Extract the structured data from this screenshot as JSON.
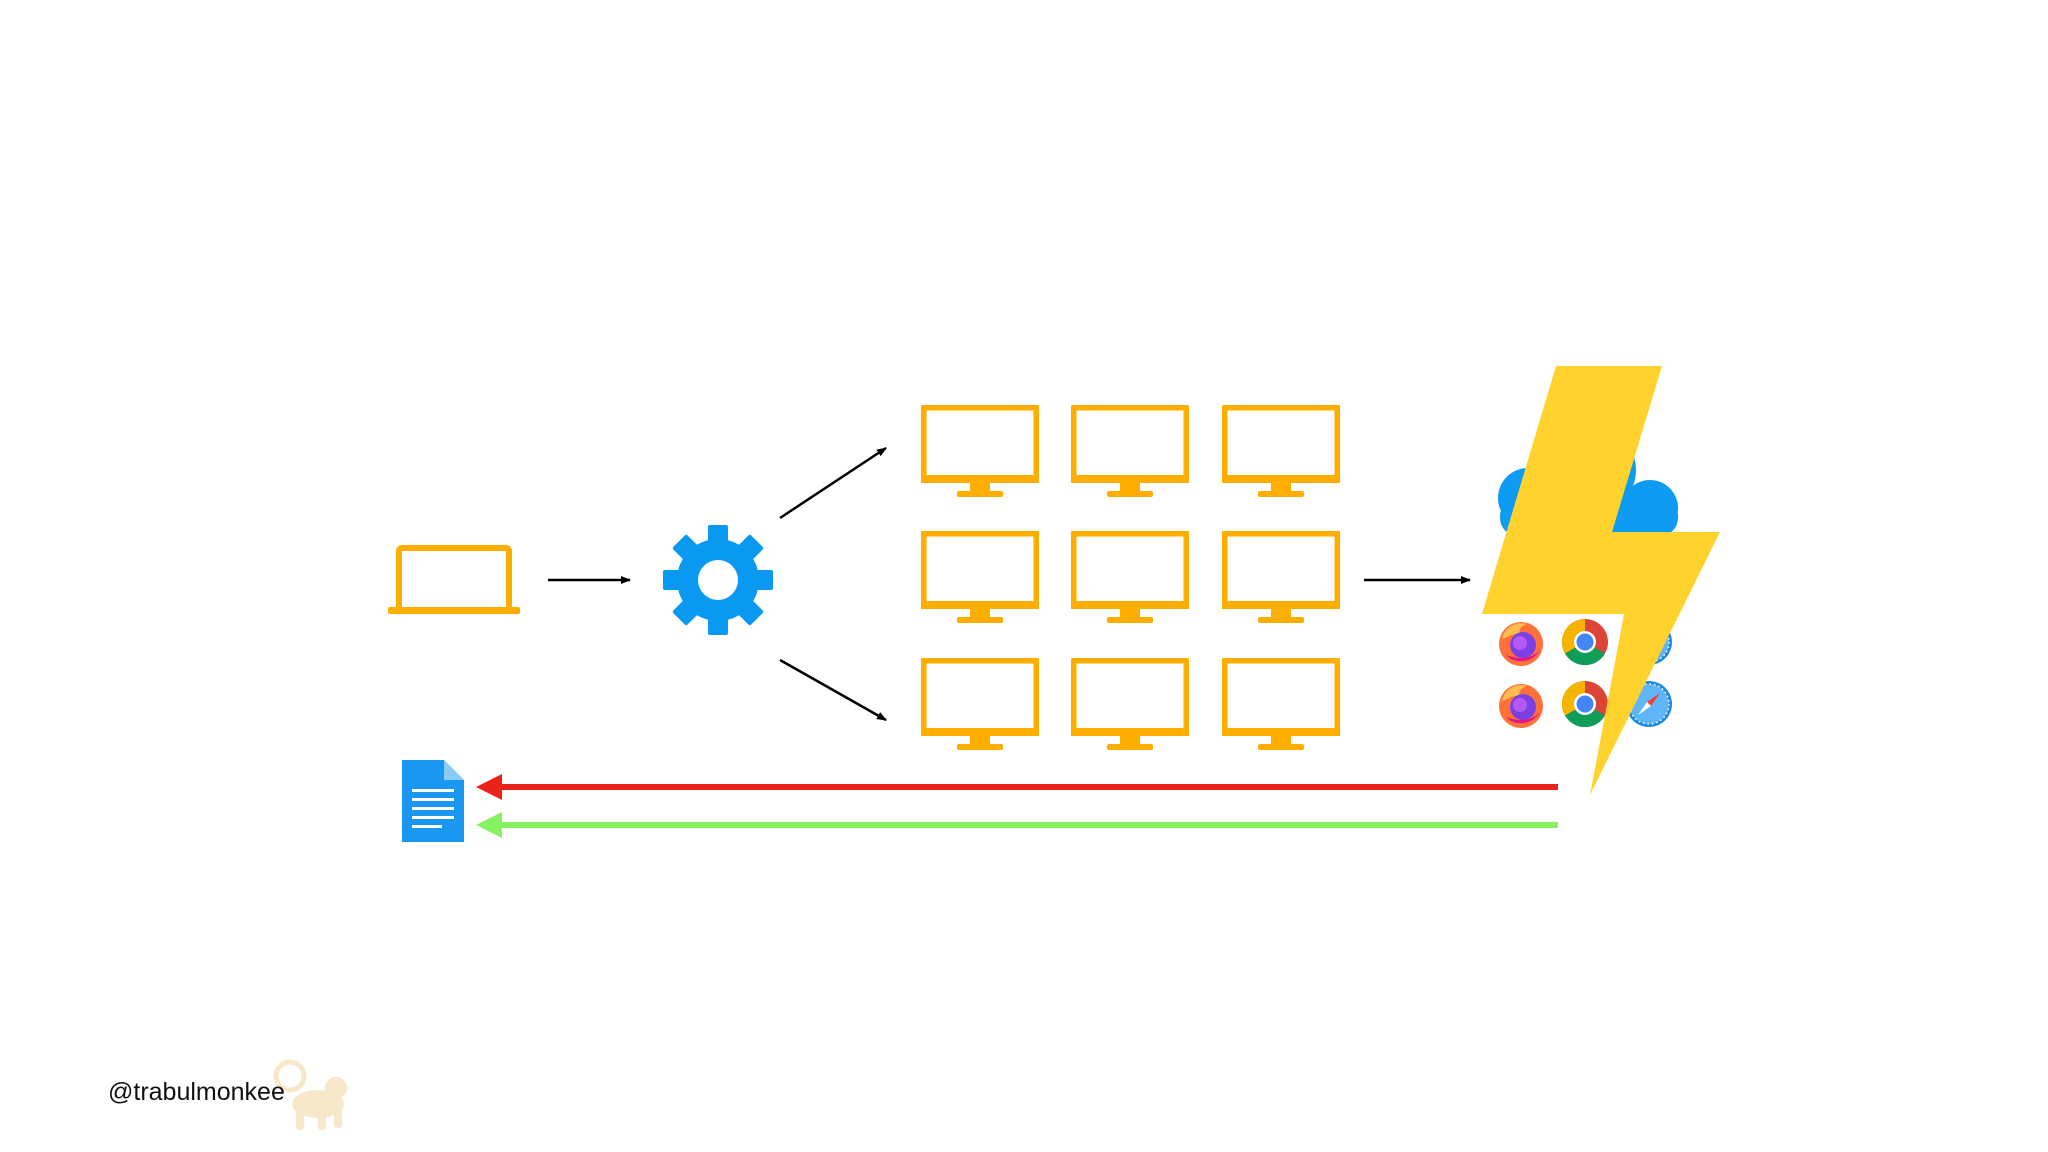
{
  "footer": {
    "handle": "@trabulmonkee",
    "logo_icon": "monkey-logo-icon"
  },
  "colors": {
    "orange": "#FFAE00",
    "gear_blue": "#0A99F0",
    "doc_blue": "#1A97F0",
    "bolt_yellow": "#FFD22E",
    "cloud_blue": "#0E9CF2",
    "fail_red": "#E8231A",
    "pass_green": "#86F262",
    "arrow_black": "#000000",
    "logo_tint": "#F8E7C8"
  },
  "nodes": {
    "laptop": {
      "icon": "laptop-icon",
      "count": 1
    },
    "orchestrator": {
      "icon": "gear-icon",
      "count": 1
    },
    "monitor_grid": {
      "icon": "monitor-icon",
      "rows": 3,
      "cols": 3
    },
    "browser_cloud": {
      "icons": [
        "cloud-icon",
        "lightning-bolt-icon"
      ],
      "browser_grid": [
        [
          "firefox-icon",
          "chrome-icon",
          "safari-icon"
        ],
        [
          "firefox-icon",
          "chrome-icon",
          "safari-icon"
        ]
      ]
    },
    "report": {
      "icon": "document-icon",
      "count": 1
    }
  },
  "edges": [
    {
      "from": "laptop",
      "to": "orchestrator",
      "color": "arrow_black"
    },
    {
      "from": "orchestrator",
      "to": "monitor_grid-top",
      "color": "arrow_black"
    },
    {
      "from": "orchestrator",
      "to": "monitor_grid-bottom",
      "color": "arrow_black"
    },
    {
      "from": "monitor_grid",
      "to": "browser_cloud",
      "color": "arrow_black"
    },
    {
      "from": "browser_cloud",
      "to": "report",
      "color": "fail_red"
    },
    {
      "from": "browser_cloud",
      "to": "report",
      "color": "pass_green"
    }
  ]
}
